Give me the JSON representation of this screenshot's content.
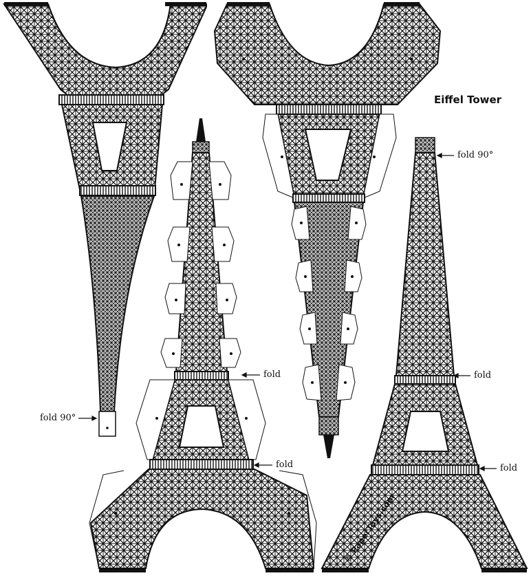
{
  "title": "Eiffel Tower",
  "credit": "© PaperToys.com",
  "labels": {
    "fold_90_left": "fold 90°",
    "fold_90_right": "fold 90°",
    "fold_mid_a": "fold",
    "fold_mid_b": "fold",
    "fold_right_a": "fold",
    "fold_right_b": "fold"
  },
  "colors": {
    "ink": "#111111",
    "paper": "#ffffff"
  }
}
